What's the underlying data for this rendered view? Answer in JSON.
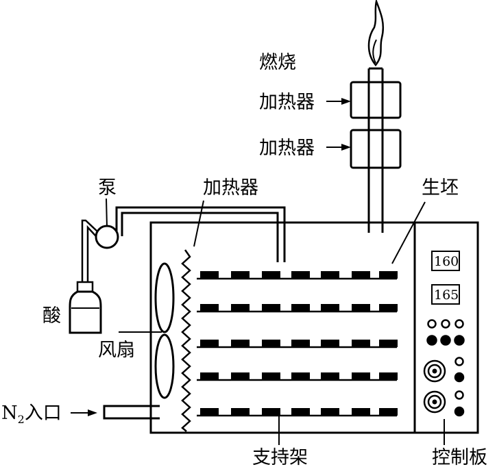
{
  "labels": {
    "combustion": "燃烧",
    "heater_top": "加热器",
    "heater_mid": "加热器",
    "heater_inside": "加热器",
    "pump": "泵",
    "green_body": "生坯",
    "acid": "酸",
    "fan": "风扇",
    "n2_inlet_main": "N",
    "n2_inlet_sub": "2",
    "n2_inlet_rest": "入口",
    "support_frame": "支持架",
    "control_panel": "控制板"
  },
  "panel": {
    "display_1": "160",
    "display_2": "165"
  },
  "colors": {
    "line": "#000000",
    "background": "#ffffff"
  }
}
